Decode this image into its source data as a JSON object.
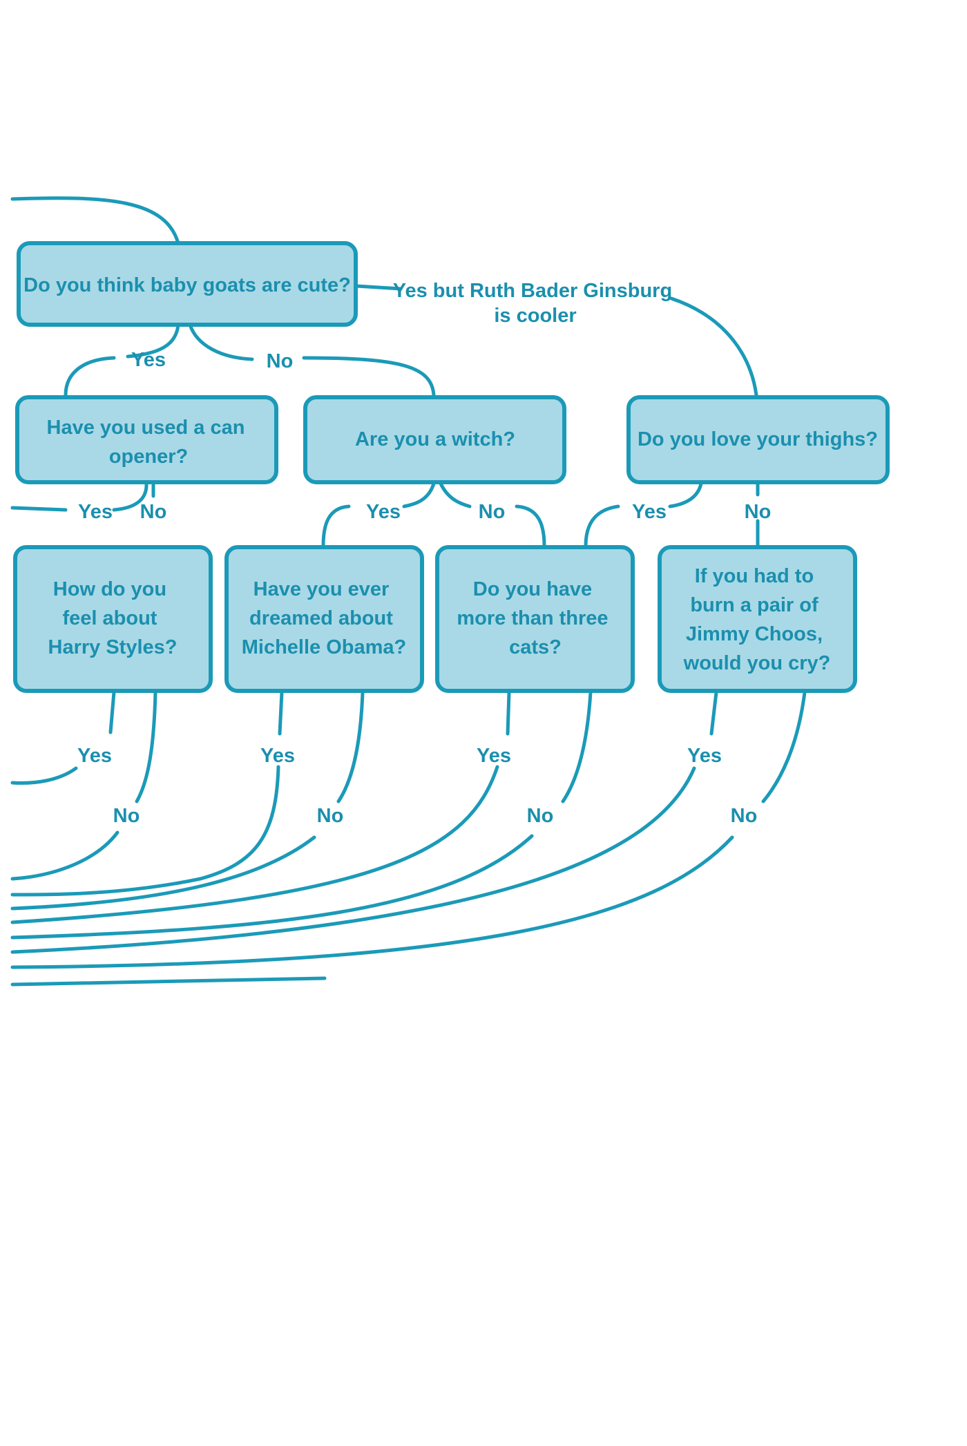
{
  "nodes": {
    "q_goats": "Do you think baby goats are cute?",
    "q_can_opener": [
      "Have you used a can",
      "opener?"
    ],
    "q_witch": "Are you a witch?",
    "q_thighs": "Do you love your thighs?",
    "q_harry": [
      "How do you",
      "feel about",
      "Harry Styles?"
    ],
    "q_michelle": [
      "Have you ever",
      "dreamed about",
      "Michelle Obama?"
    ],
    "q_cats": [
      "Do you have",
      "more than three",
      "cats?"
    ],
    "q_choos": [
      "If you had to",
      "burn a pair of",
      "Jimmy Choos,",
      "would you cry?"
    ]
  },
  "edges": {
    "goats_yes": "Yes",
    "goats_no": "No",
    "goats_rbg": [
      "Yes but Ruth Bader Ginsburg",
      "is cooler"
    ],
    "can_yes": "Yes",
    "can_no": "No",
    "witch_yes": "Yes",
    "witch_no": "No",
    "thighs_yes": "Yes",
    "thighs_no": "No",
    "harry_yes": "Yes",
    "harry_no": "No",
    "michelle_yes": "Yes",
    "michelle_no": "No",
    "cats_yes": "Yes",
    "cats_no": "No",
    "choos_yes": "Yes",
    "choos_no": "No"
  },
  "colors": {
    "line": "#1b9ab8",
    "box_fill": "#a9d9e6",
    "text": "#1b8fae"
  }
}
